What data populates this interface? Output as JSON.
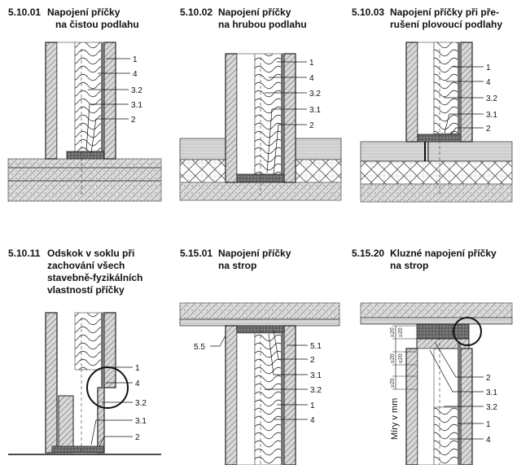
{
  "panels": [
    {
      "number": "5.10.01",
      "title": [
        "Napojení příčky",
        "na čistou podlahu"
      ],
      "labels": [
        "1",
        "4",
        "3.2",
        "3.1",
        "2"
      ]
    },
    {
      "number": "5.10.02",
      "title": [
        "Napojení příčky",
        "na hrubou podlahu"
      ],
      "labels": [
        "1",
        "4",
        "3.2",
        "3.1",
        "2"
      ]
    },
    {
      "number": "5.10.03",
      "title": [
        "Napojení příčky při pře-",
        "rušení plovoucí podlahy"
      ],
      "labels": [
        "1",
        "4",
        "3.2",
        "3.1",
        "2"
      ]
    },
    {
      "number": "5.10.11",
      "title": [
        "Odskok v soklu při",
        "zachování všech",
        "stavebně-fyzikálních",
        "vlastností příčky"
      ],
      "labels": [
        "1",
        "4",
        "3.2",
        "3.1",
        "2"
      ]
    },
    {
      "number": "5.15.01",
      "title": [
        "Napojení příčky",
        "na strop"
      ],
      "labels": [
        "5.5",
        "5.1",
        "2",
        "3.1",
        "3.2",
        "1",
        "4"
      ]
    },
    {
      "number": "5.15.20",
      "title": [
        "Kluzné napojení příčky",
        "na strop"
      ],
      "labels": [
        "2",
        "3.1",
        "3.2",
        "1",
        "4"
      ],
      "dimensions": [
        "≥20",
        "≥20",
        "≤20",
        "≤20",
        "≥20"
      ],
      "axis_note": "Míry v mm"
    }
  ]
}
